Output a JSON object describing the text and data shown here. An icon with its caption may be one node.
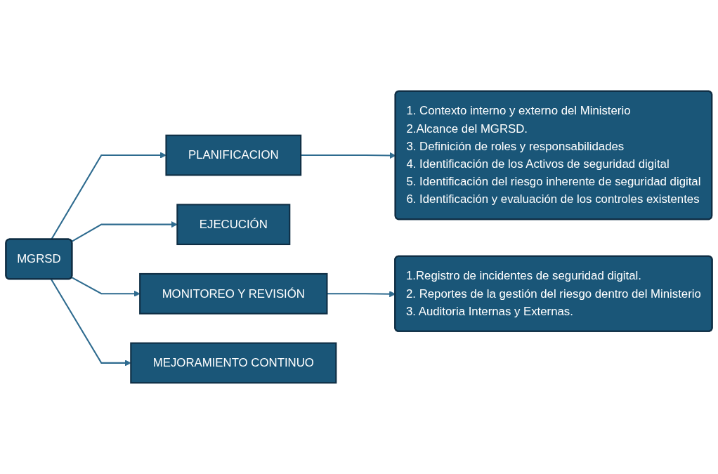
{
  "diagram": {
    "nodes": [
      {
        "text": [
          "MGRSD"
        ]
      },
      {
        "text": [
          "PLANIFICACION"
        ]
      },
      {
        "text": [
          "EJECUCIÓN"
        ]
      },
      {
        "text": [
          "MONITOREO Y REVISIÓN"
        ]
      },
      {
        "text": [
          "MEJORAMIENTO CONTINUO"
        ]
      },
      {
        "text": [
          "1. Contexto interno y externo del Ministerio",
          "2.Alcance del MGRSD.",
          "3. Definición de roles y responsabilidades",
          "4. Identificación de los Activos de seguridad digital",
          "5. Identificación del riesgo inherente de seguridad digital",
          "6. Identificación y evaluación de los controles existentes"
        ]
      },
      {
        "text": [
          "1.Registro de incidentes de seguridad digital.",
          "2. Reportes de la gestión del riesgo dentro del Ministerio",
          "3. Auditoria Internas y Externas."
        ]
      }
    ],
    "edges": [
      {
        "from": 0,
        "to": 1,
        "arrow": "to"
      },
      {
        "from": 0,
        "to": 2,
        "arrow": "to"
      },
      {
        "from": 0,
        "to": 3,
        "arrow": "to"
      },
      {
        "from": 0,
        "to": 4,
        "arrow": "to"
      },
      {
        "from": 1,
        "to": 5,
        "arrow": "to"
      },
      {
        "from": 3,
        "to": 6,
        "arrow": "to"
      }
    ]
  }
}
